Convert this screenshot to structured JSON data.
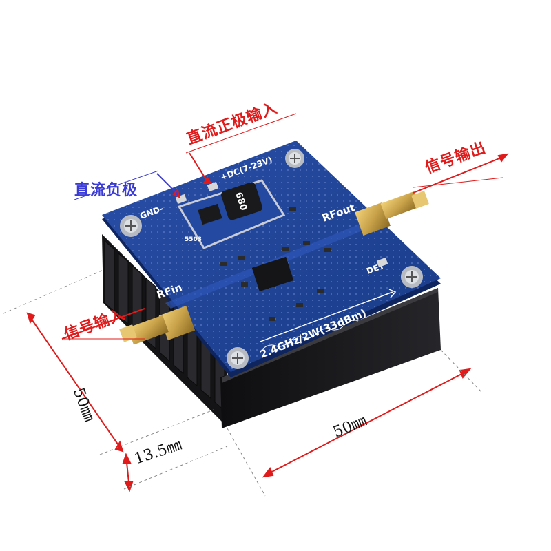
{
  "callouts": {
    "dc_negative": "直流负极",
    "dc_positive": "直流正极输入",
    "signal_out": "信号输出",
    "signal_in": "信号输入"
  },
  "silkscreen": {
    "gnd": "GND-",
    "dc_range": "+DC(7-23V)",
    "rf_out": "RFout",
    "rf_in": "RFin",
    "det": "DET",
    "band": "2.4GHz/2W(33dBm)",
    "inductor_code": "680",
    "reg_code": "5503"
  },
  "dimensions": {
    "depth": "50㎜",
    "width": "50㎜",
    "height": "13.5㎜"
  },
  "colors": {
    "pcb": "#1f3f8f",
    "heatsink": "#1b1b1d",
    "gold": "#c9a24a",
    "callout_red": "#e01b1b",
    "callout_blue": "#3b3bd6"
  }
}
